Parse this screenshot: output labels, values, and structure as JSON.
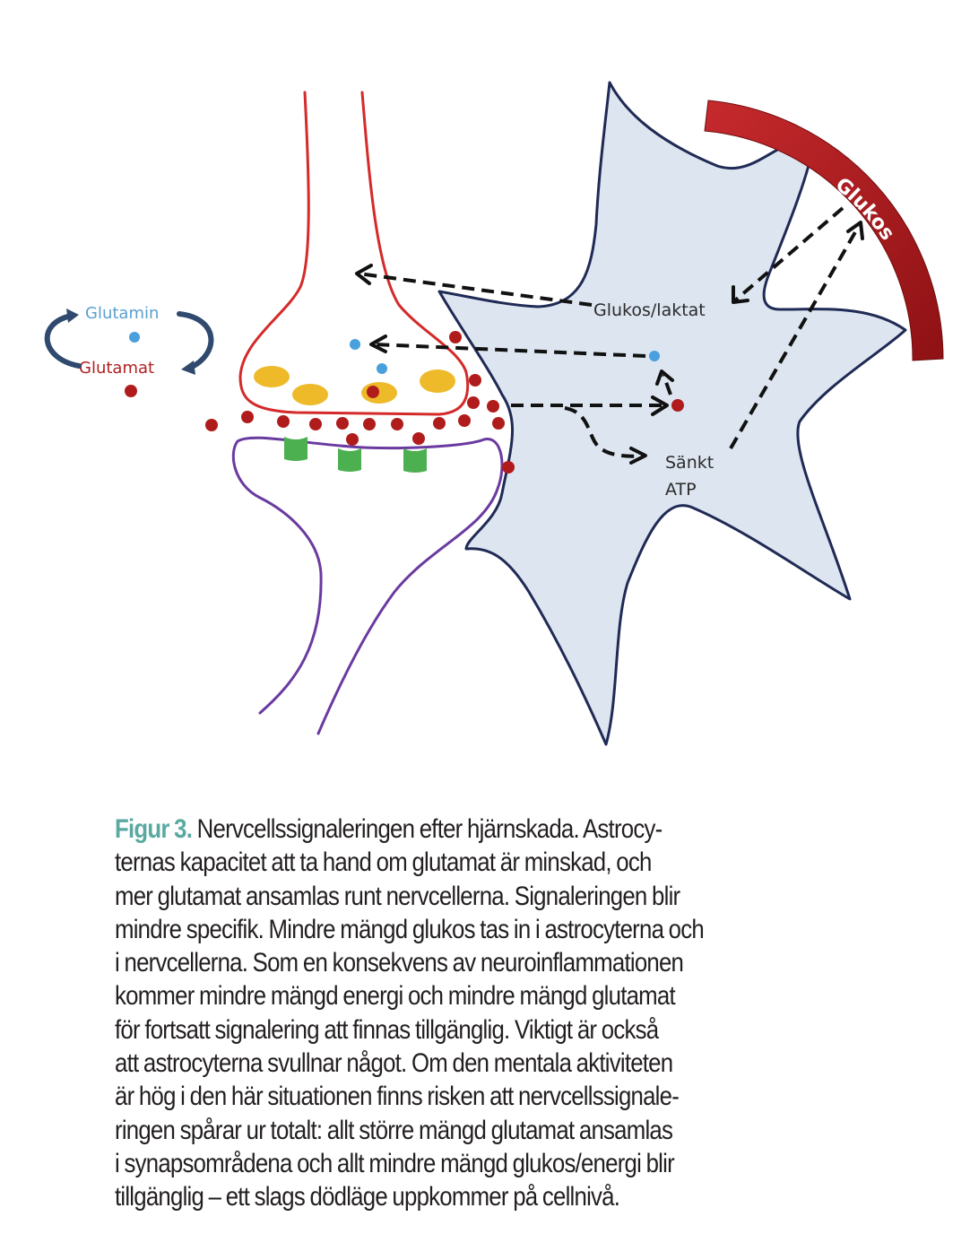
{
  "figure": {
    "legend": {
      "glutamin_label": "Glutamin",
      "glutamat_label": "Glutamat"
    },
    "labels": {
      "glukos_laktat": "Glukos/laktat",
      "sankt": "Sänkt",
      "atp": "ATP",
      "glukos_vessel": "Glukos"
    },
    "colors": {
      "presynaptic_outline": "#d42a2a",
      "postsynaptic_outline": "#6a3aa0",
      "astrocyte_fill": "#dde6f0",
      "astrocyte_outline": "#1f2a55",
      "vessel": "#a8191c",
      "glutamat_dot": "#b01c1c",
      "glutamin_dot": "#4aa0dc",
      "vesicle": "#eeba2a",
      "receptor": "#4caf50",
      "glutamin_text": "#5aa0d0",
      "glutamat_text": "#b02020",
      "caption_accent": "#5aa9a0"
    }
  },
  "caption": {
    "figure_label": "Figur 3.",
    "lines": [
      " Nervcellssignaleringen efter hjärnskada. Astrocy-",
      "ternas kapacitet att ta hand om glutamat är minskad, och",
      "mer glutamat ansamlas runt nervcellerna. Signaleringen blir",
      "mindre specifik. Mindre mängd glukos tas in i astrocyterna och",
      "i nervcellerna. Som en konsekvens av neuroinflammationen",
      "kommer mindre mängd energi och mindre mängd glutamat",
      "för fortsatt signalering att finnas tillgänglig. Viktigt är också",
      "att astrocyterna svullnar något. Om den mentala aktiviteten",
      "är hög i den här situationen finns risken att nervcellssignale-",
      "ringen spårar ur totalt: allt större mängd glutamat ansamlas",
      "i synapsområdena och allt mindre mängd glukos/energi blir",
      "tillgänglig – ett slags dödläge uppkommer på cellnivå."
    ]
  }
}
